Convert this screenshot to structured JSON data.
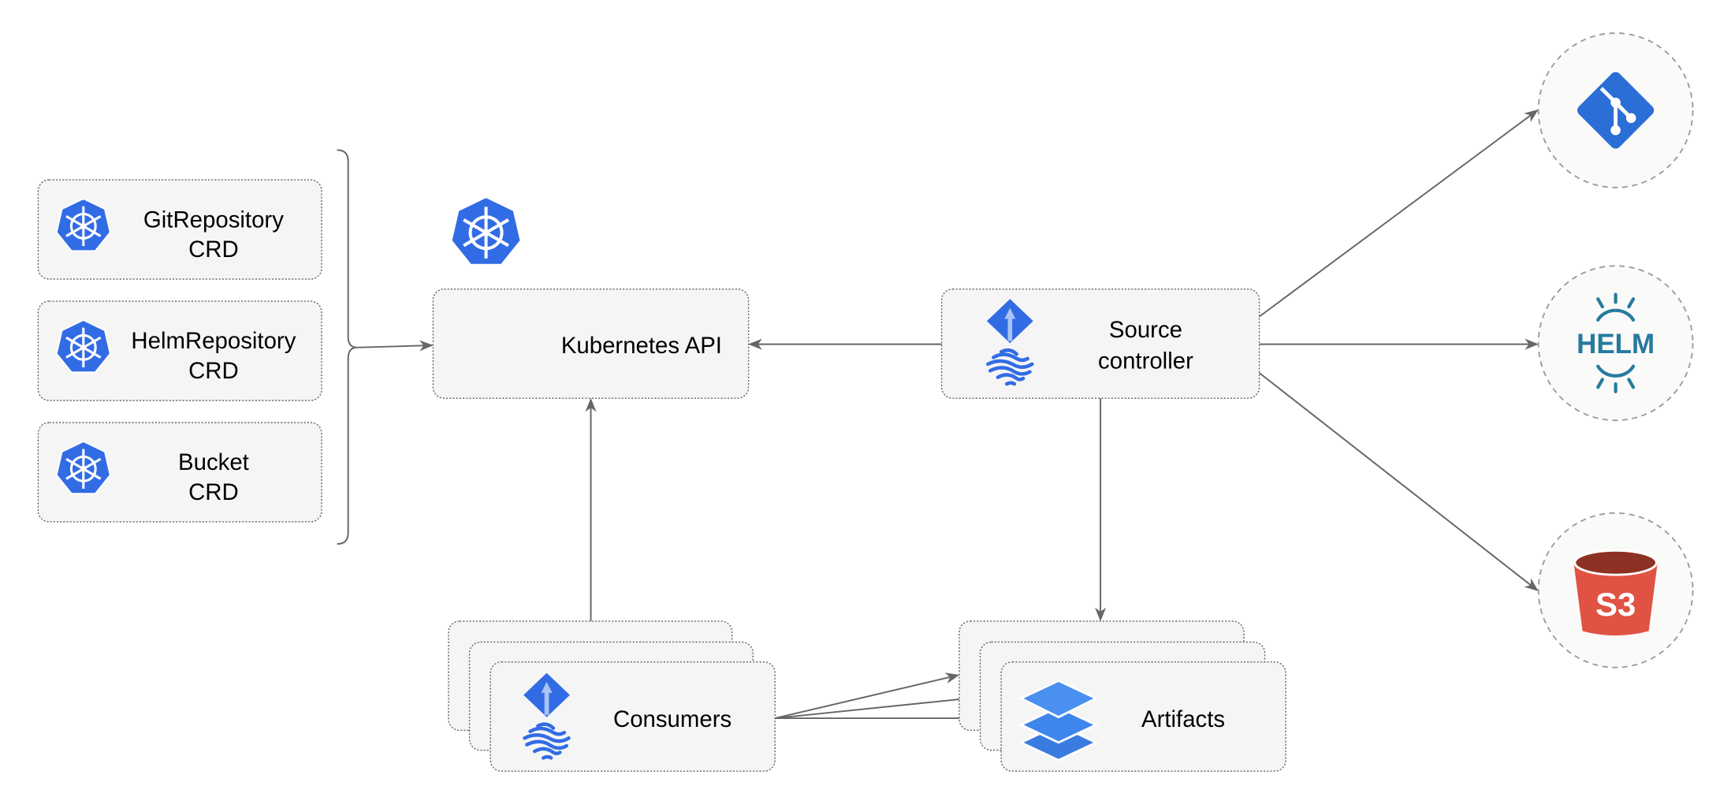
{
  "crds": [
    {
      "line1": "GitRepository",
      "line2": "CRD"
    },
    {
      "line1": "HelmRepository",
      "line2": "CRD"
    },
    {
      "line1": "Bucket",
      "line2": "CRD"
    }
  ],
  "kubernetes_api": {
    "label": "Kubernetes API",
    "icon": "kubernetes-icon"
  },
  "source_controller": {
    "line1": "Source",
    "line2": "controller",
    "icon": "flux-icon"
  },
  "consumers": {
    "label": "Consumers",
    "icon": "flux-icon"
  },
  "artifacts": {
    "label": "Artifacts",
    "icon": "layers-icon"
  },
  "sources": [
    {
      "name": "git",
      "icon": "git-icon"
    },
    {
      "name": "helm",
      "icon": "helm-icon",
      "logo_text": "HELM"
    },
    {
      "name": "s3",
      "icon": "s3-bucket-icon",
      "logo_text": "S3"
    }
  ],
  "colors": {
    "k8s_blue": "#326ce5",
    "git_blue": "#2a6ed6",
    "helm_teal": "#277a9f",
    "s3_red": "#e05243",
    "s3_dark": "#8c3123",
    "edge": "#666666"
  }
}
